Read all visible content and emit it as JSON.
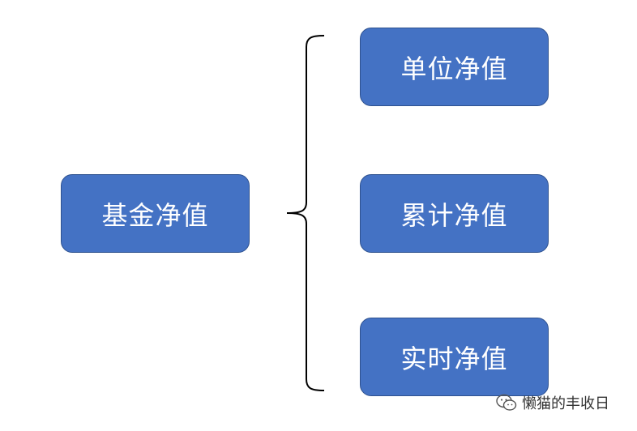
{
  "diagram": {
    "root": {
      "label": "基金净值"
    },
    "children": [
      {
        "label": "单位净值"
      },
      {
        "label": "累计净值"
      },
      {
        "label": "实时净值"
      }
    ]
  },
  "watermark": {
    "icon": "wechat-icon",
    "text": "懒猫的丰收日"
  },
  "colors": {
    "node_fill": "#4472c4",
    "node_border": "#2f528f",
    "node_text": "#ffffff",
    "brace": "#000000"
  }
}
